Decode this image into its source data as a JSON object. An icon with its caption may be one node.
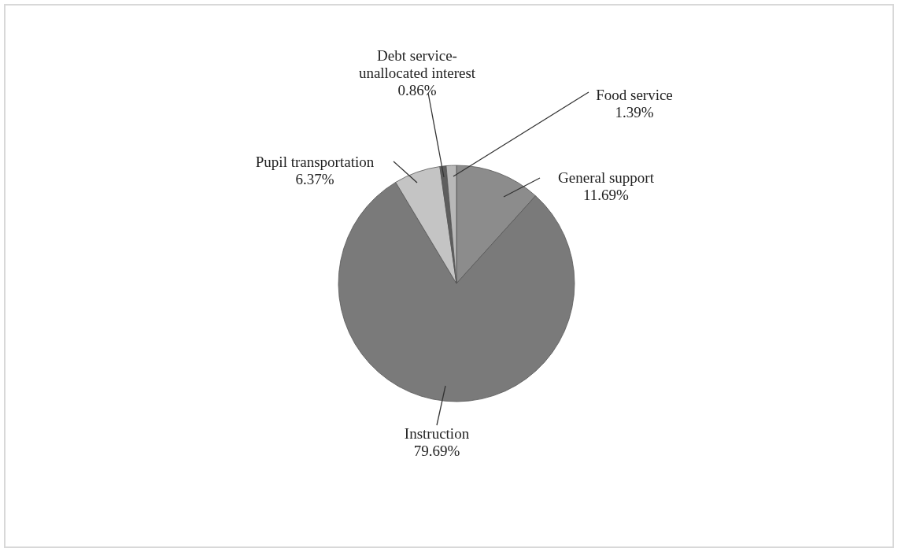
{
  "diagram": {
    "chart_data": {
      "type": "pie",
      "categories": [
        "General support",
        "Instruction",
        "Pupil transportation",
        "Debt service-unallocated interest",
        "Food service"
      ],
      "values": [
        11.69,
        79.69,
        6.37,
        0.86,
        1.39
      ],
      "value_labels": [
        "11.69%",
        "79.69%",
        "6.37%",
        "0.86%",
        "1.39%"
      ]
    }
  }
}
